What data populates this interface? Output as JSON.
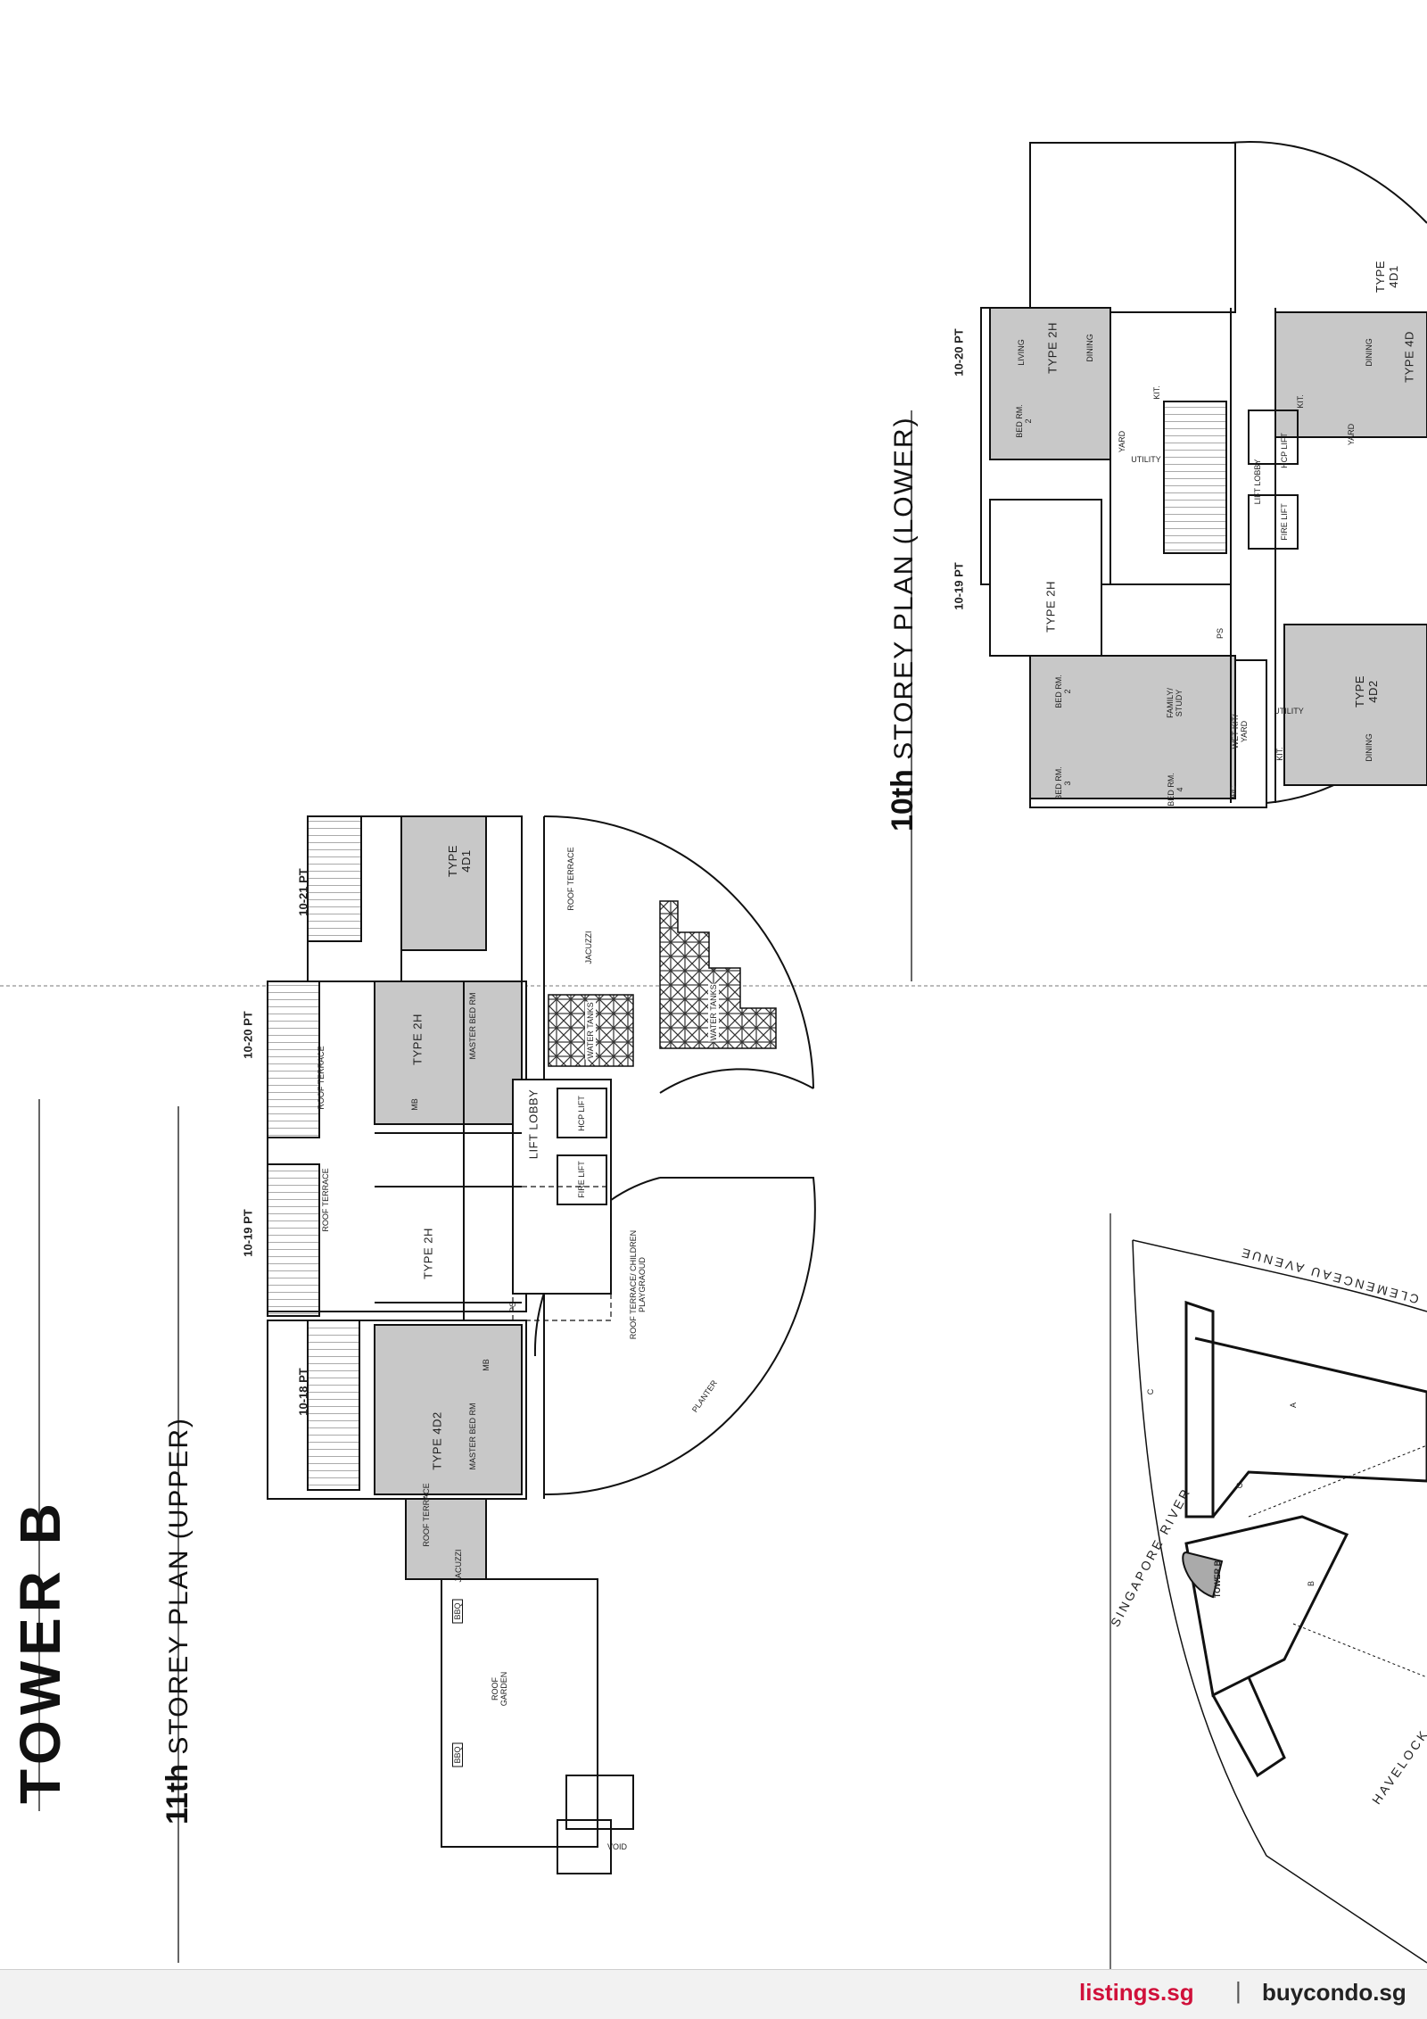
{
  "tower_title": "TOWER B",
  "plans": {
    "upper": {
      "prefix": "11th",
      "title": "STOREY PLAN (UPPER)"
    },
    "lower": {
      "prefix": "10th",
      "title": "STOREY PLAN (LOWER)"
    }
  },
  "upper_labels": {
    "pt_1021": "10-21 PT",
    "pt_1020": "10-20 PT",
    "pt_1019": "10-19 PT",
    "pt_1018": "10-18 PT",
    "type_4d1": "TYPE 4D1",
    "type_2h_a": "TYPE 2H",
    "type_2h_b": "TYPE 2H",
    "type_4d2": "TYPE 4D2",
    "master_bed_a": "MASTER BED RM",
    "master_bed_b": "MASTER BED RM",
    "roof_terrace_a": "ROOF TERRACE",
    "roof_terrace_b": "ROOF TERRACE",
    "roof_terrace_c": "ROOF TERRACE",
    "roof_terrace_d": "ROOF TERRACE",
    "jacuzzi_a": "JACUZZI",
    "jacuzzi_b": "JACUZZI",
    "water_tanks_a": "WATER TANKS",
    "water_tanks_b": "WATER TANKS",
    "lift_lobby": "LIFT LOBBY",
    "hcp_lift": "HCP LIFT",
    "fire_lift": "FIRE LIFT",
    "children_playground": "ROOF TERRACE/ CHILDREN PLAYGRAOUD",
    "planter": "PLANTER",
    "roof_garden": "ROOF GARDEN",
    "bbq_a": "BBQ",
    "bbq_b": "BBQ",
    "void": "VOID",
    "mb_a": "MB",
    "mb_b": "MB",
    "ps": "PS"
  },
  "lower_labels": {
    "pt_1020": "10-20 PT",
    "pt_1019": "10-19 PT",
    "type_4d1": "TYPE 4D1",
    "type_2h_a": "TYPE 2H",
    "type_2h_b": "TYPE 2H",
    "type_4d2": "TYPE 4D2",
    "type_4d": "TYPE 4D",
    "living": "LIVING",
    "dining_a": "DINING",
    "dining_b": "DINING",
    "dining_c": "DINING",
    "bed_rm_2a": "BED RM. 2",
    "bed_rm_2b": "BED RM. 2",
    "bed_rm_3": "BED RM. 3",
    "bed_rm_4": "BED RM. 4",
    "kit_a": "KIT.",
    "kit_b": "KIT.",
    "kit_c": "KIT.",
    "yard_a": "YARD",
    "yard_b": "YARD",
    "utility_a": "UTILITY",
    "utility_b": "UTILITY",
    "lift_lobby": "LIFT LOBBY",
    "hcp_lift": "HCP LIFT",
    "fire_lift": "FIRE LIFT",
    "family_study": "FAMILY/ STUDY",
    "wet_kit_yard": "WET KIT/ YARD",
    "ac": "A/C",
    "ps": "PS"
  },
  "site_plan": {
    "river": "SINGAPORE RIVER",
    "avenue": "CLEMENCEAU AVENUE",
    "road": "HAVELOCK",
    "tower_b": "TOWER B",
    "block_a": "A",
    "block_b": "B",
    "block_c1": "C",
    "block_c2": "C"
  },
  "watermark": {
    "site_a": "listings.sg",
    "separator": "|",
    "site_b": "buycondo.sg"
  }
}
